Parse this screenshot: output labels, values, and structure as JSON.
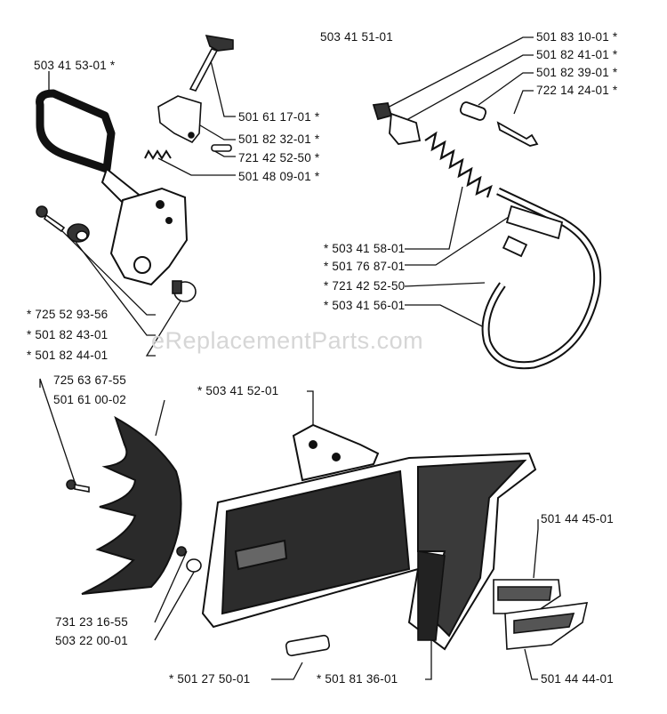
{
  "diagram": {
    "assembly_number": "503 41 51-01",
    "watermark": "eReplacementParts.com",
    "callouts": {
      "c01": "503 41 53-01 *",
      "c02": "501 61 17-01 *",
      "c03": "501 82 32-01 *",
      "c04": "721 42 52-50 *",
      "c05": "501 48 09-01 *",
      "c06": "501 83 10-01 *",
      "c07": "501 82 41-01 *",
      "c08": "501 82 39-01 *",
      "c09": "722 14 24-01 *",
      "c10": "* 503 41 58-01",
      "c11": "* 501 76 87-01",
      "c12": "* 721 42 52-50",
      "c13": "* 503 41 56-01",
      "c14": "* 725 52 93-56",
      "c15": "* 501 82 43-01",
      "c16": "* 501 82 44-01",
      "c17": "725 63 67-55",
      "c18": "501 61 00-02",
      "c19": "* 503 41 52-01",
      "c20": "501 44 45-01",
      "c21": "731 23 16-55",
      "c22": "503 22 00-01",
      "c23": "* 501 27 50-01",
      "c24": "* 501 81 36-01",
      "c25": "501 44 44-01"
    }
  }
}
